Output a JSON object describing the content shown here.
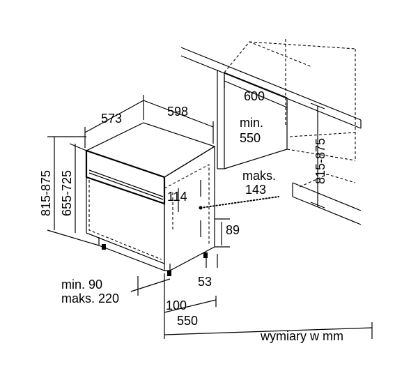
{
  "labels": {
    "d573": "573",
    "d598": "598",
    "d600": "600",
    "min550_a": "min.",
    "min550_b": "550",
    "d815_875_left": "815-875",
    "d655_725": "655-725",
    "d815_875_right": "815-875",
    "maks143_a": "maks.",
    "maks143_b": "143",
    "d114": "114",
    "d89": "89",
    "d53": "53",
    "min90": "min. 90",
    "maks220": "maks. 220",
    "d100": "100",
    "d550": "550",
    "units_note": "wymiary w mm"
  }
}
